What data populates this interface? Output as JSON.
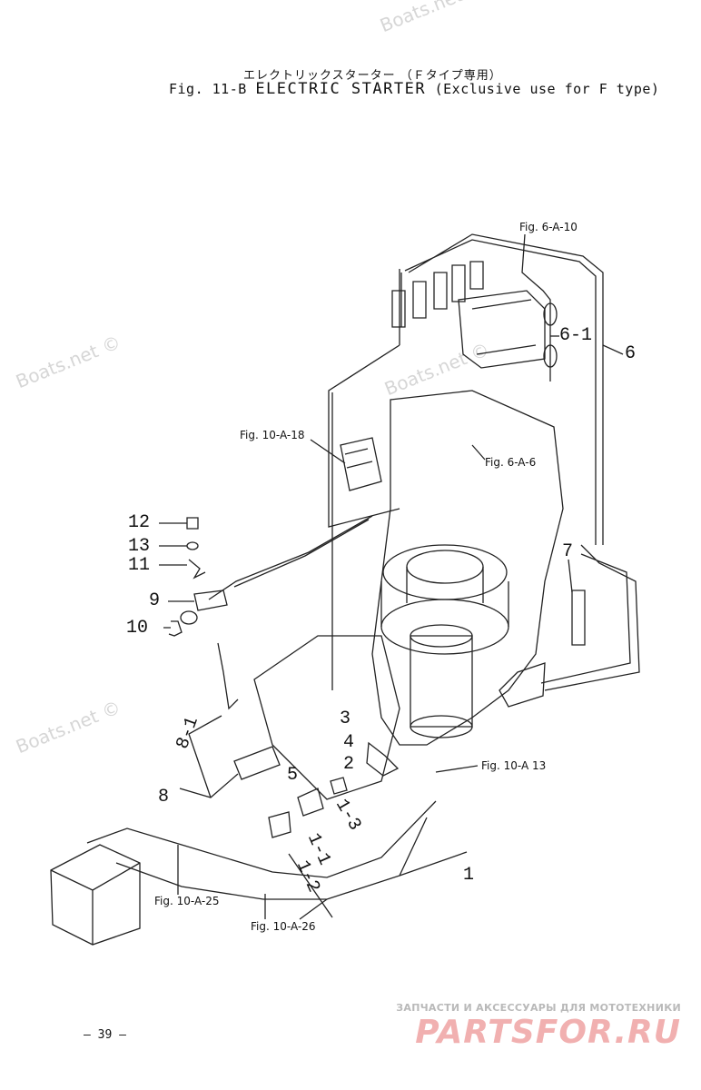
{
  "watermarks": [
    "Boats.net ©",
    "Boats.net ©",
    "Boats.net ©",
    "Boats.net ©"
  ],
  "title": {
    "japanese": "エレクトリックスターター （Ｆタイプ専用）",
    "fig": "Fig. 11-B",
    "main": "ELECTRIC STARTER",
    "sub": "(Exclusive use for F type)"
  },
  "refs": {
    "r1": "Fig. 6-A-10",
    "r2": "Fig. 10-A-18",
    "r3": "Fig. 6-A-6",
    "r4": "Fig. 10-A 13",
    "r5": "Fig. 10-A-25",
    "r6": "Fig. 10-A-26"
  },
  "parts": {
    "p6_1": "6-1",
    "p6": "6",
    "p12": "12",
    "p13": "13",
    "p11": "11",
    "p9": "9",
    "p10": "10",
    "p7": "7",
    "p3": "3",
    "p4": "4",
    "p2": "2",
    "p8_1": "8-1",
    "p8": "8",
    "p5": "5",
    "p1_3": "1-3",
    "p1_1": "1-1",
    "p1_2": "1-2",
    "p1": "1"
  },
  "page_number": "– 39 –",
  "brand": {
    "tagline": "ЗАПЧАСТИ И АКСЕССУАРЫ ДЛЯ МОТОТЕХНИКИ",
    "name": "PARTSFOR.RU"
  }
}
